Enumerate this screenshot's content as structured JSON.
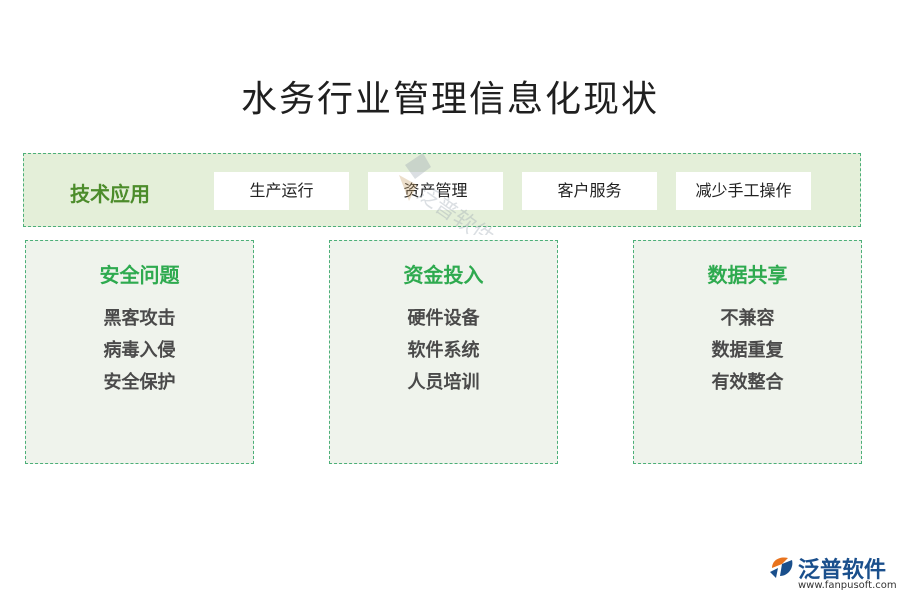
{
  "title": "水务行业管理信息化现状",
  "tech_row": {
    "label": "技术应用",
    "items": [
      "生产运行",
      "资产管理",
      "客户服务",
      "减少手工操作"
    ]
  },
  "cards": [
    {
      "title": "安全问题",
      "items": [
        "黑客攻击",
        "病毒入侵",
        "安全保护"
      ]
    },
    {
      "title": "资金投入",
      "items": [
        "硬件设备",
        "软件系统",
        "人员培训"
      ]
    },
    {
      "title": "数据共享",
      "items": [
        "不兼容",
        "数据重复",
        "有效整合"
      ]
    }
  ],
  "logo": {
    "name": "泛普软件",
    "url": "www.fanpusoft.com"
  },
  "watermark_text": "泛普软件",
  "colors": {
    "accent_green": "#2eaa4f",
    "tech_label_green": "#4c8c2b",
    "tech_bg": "#e4efd9",
    "card_bg": "#eff3ec",
    "border_dashed": "#4caf78",
    "logo_blue": "#1a4f8c",
    "logo_orange": "#e8731e"
  }
}
